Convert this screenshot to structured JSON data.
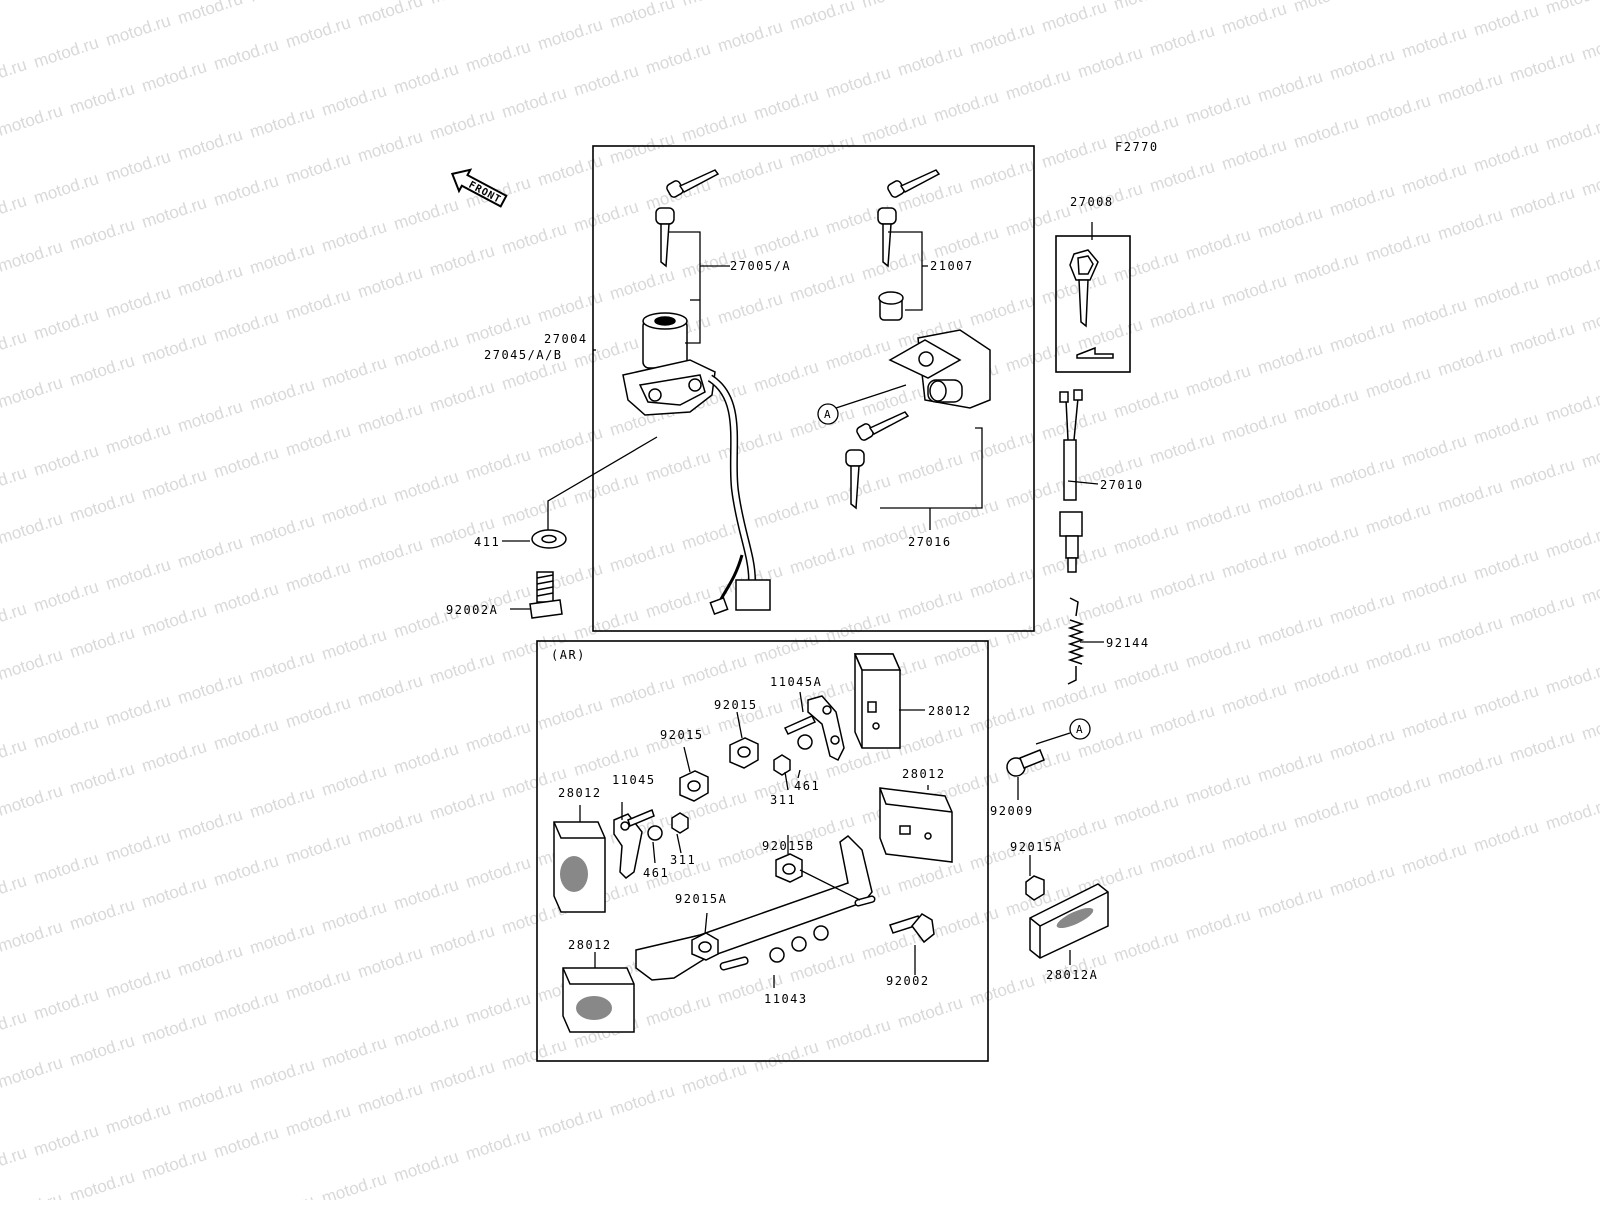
{
  "diagram": {
    "figure_code": "F2770",
    "front_label": "FRONT",
    "section_label": "(AR)",
    "watermark": "motod.ru",
    "callout_letter": "A",
    "labels": {
      "p27005A": "27005/A",
      "p21007": "21007",
      "p27004": "27004",
      "p27045AB": "27045/A/B",
      "p27008": "27008",
      "p27010": "27010",
      "p27016": "27016",
      "p411": "411",
      "p92002A": "92002A",
      "p92144": "92144",
      "p11045A": "11045A",
      "p92015_a": "92015",
      "p92015_b": "92015",
      "p28012_a": "28012",
      "p28012_b": "28012",
      "p28012_c": "28012",
      "p28012_d": "28012",
      "p11045": "11045",
      "p461_a": "461",
      "p461_b": "461",
      "p311_a": "311",
      "p311_b": "311",
      "p92015B": "92015B",
      "p92015A_a": "92015A",
      "p92015A_b": "92015A",
      "p92009": "92009",
      "p92002": "92002",
      "p11043": "11043",
      "p28012A": "28012A"
    }
  }
}
